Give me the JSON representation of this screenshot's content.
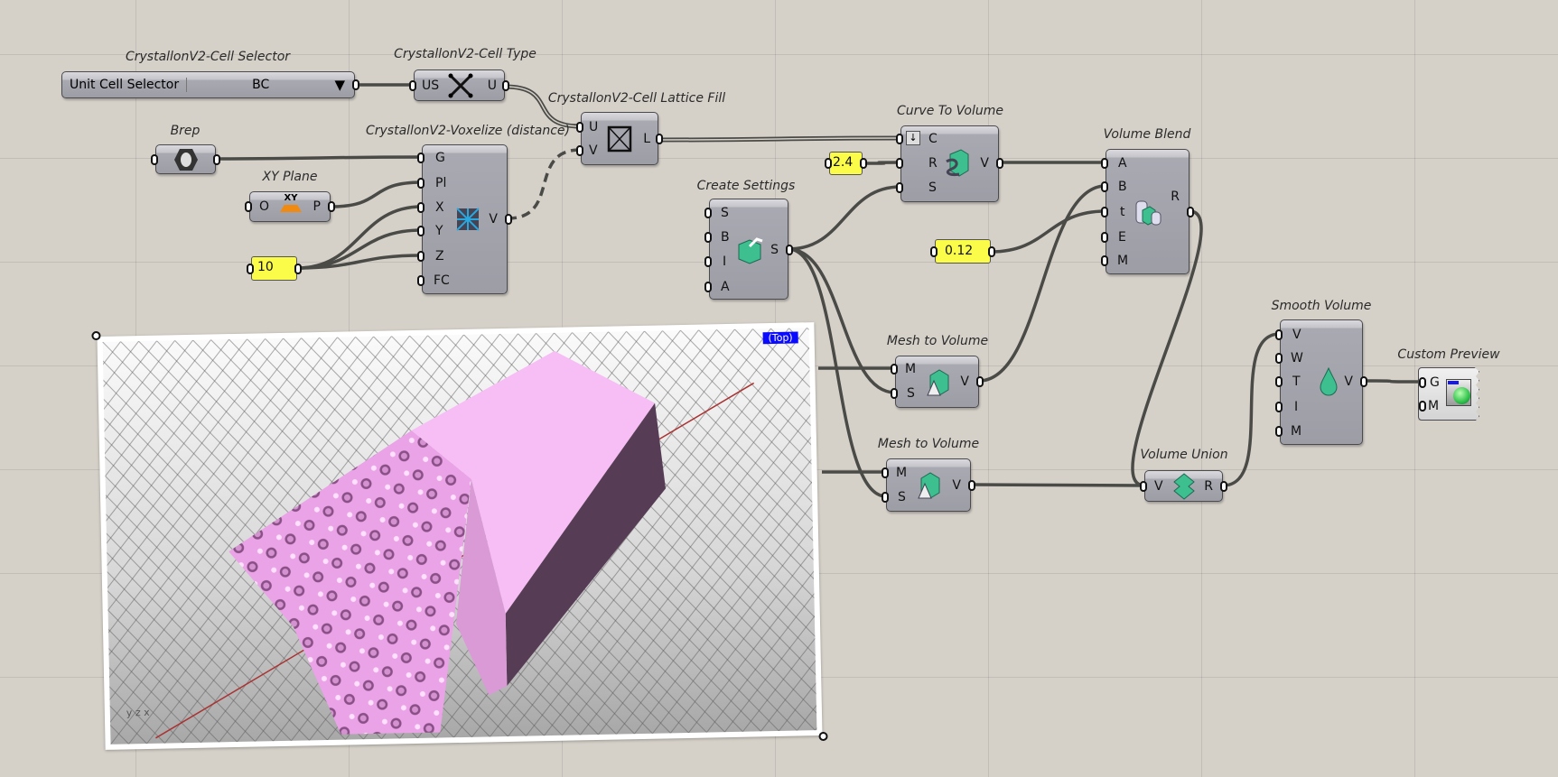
{
  "components": {
    "cell_selector": {
      "caption": "CrystallonV2-Cell Selector",
      "label": "Unit Cell Selector",
      "value": "BC"
    },
    "cell_type": {
      "caption": "CrystallonV2-Cell Type",
      "inputs": [
        "US"
      ],
      "outputs": [
        "U"
      ]
    },
    "lattice_fill": {
      "caption": "CrystallonV2-Cell Lattice Fill",
      "inputs": [
        "U",
        "V"
      ],
      "outputs": [
        "L"
      ]
    },
    "brep": {
      "caption": "Brep"
    },
    "xy_plane": {
      "caption": "XY Plane",
      "inputs": [
        "O"
      ],
      "outputs": [
        "P"
      ],
      "icon_text": "XY"
    },
    "voxelize": {
      "caption": "CrystallonV2-Voxelize (distance)",
      "inputs": [
        "G",
        "Pl",
        "X",
        "Y",
        "Z",
        "FC"
      ],
      "outputs": [
        "V"
      ]
    },
    "slider_10": {
      "value": "10"
    },
    "curve_to_volume": {
      "caption": "Curve To Volume",
      "inputs": [
        "C",
        "R",
        "S"
      ],
      "outputs": [
        "V"
      ]
    },
    "slider_2_4": {
      "value": "2.4"
    },
    "create_settings": {
      "caption": "Create Settings",
      "inputs": [
        "S",
        "B",
        "I",
        "A"
      ],
      "outputs": [
        "S"
      ]
    },
    "volume_blend": {
      "caption": "Volume Blend",
      "inputs": [
        "A",
        "B",
        "t",
        "E",
        "M"
      ],
      "outputs": [
        "R"
      ]
    },
    "slider_0_12": {
      "value": "0.12"
    },
    "mesh_to_volume_1": {
      "caption": "Mesh to Volume",
      "inputs": [
        "M",
        "S"
      ],
      "outputs": [
        "V"
      ]
    },
    "mesh_to_volume_2": {
      "caption": "Mesh to Volume",
      "inputs": [
        "M",
        "S"
      ],
      "outputs": [
        "V"
      ]
    },
    "volume_union": {
      "caption": "Volume Union",
      "inputs": [
        "V"
      ],
      "outputs": [
        "R"
      ]
    },
    "smooth_volume": {
      "caption": "Smooth Volume",
      "inputs": [
        "V",
        "W",
        "T",
        "I",
        "M"
      ],
      "outputs": [
        "V"
      ]
    },
    "custom_preview": {
      "caption": "Custom Preview",
      "inputs": [
        "G",
        "M"
      ]
    }
  },
  "viewport": {
    "label": "(Top)",
    "axes": [
      "y",
      "z",
      "x"
    ]
  },
  "colors": {
    "canvas": "#d5d1c9",
    "component": "#a9a9b2",
    "slider": "#fbfb4a",
    "wire": "#4a4a46",
    "accent": "#3dbf8f",
    "model": "#f5b8f2",
    "viewport_tag": "#0a0aff"
  }
}
